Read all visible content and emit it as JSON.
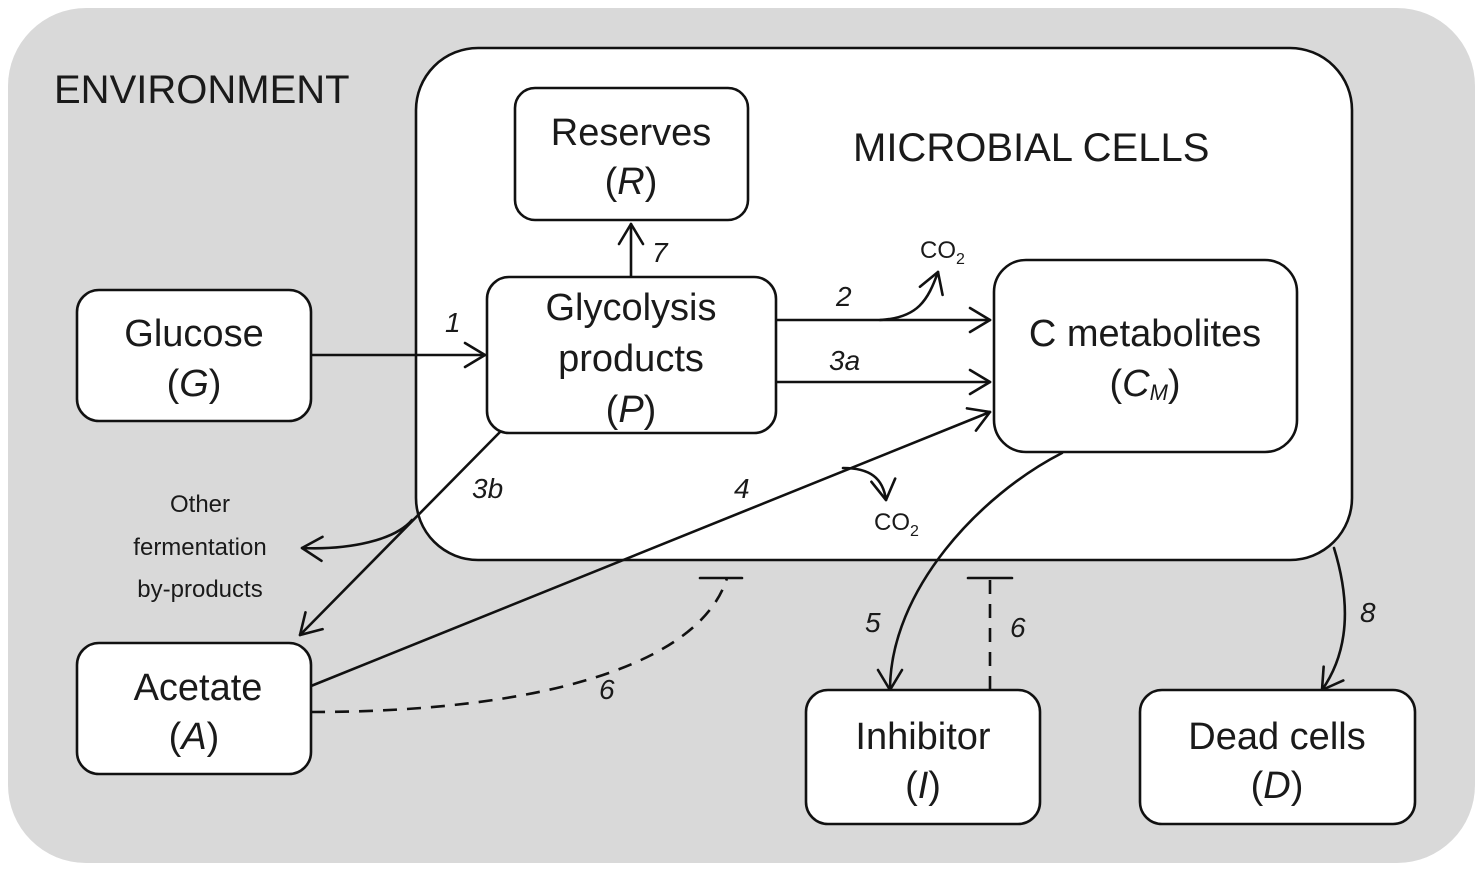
{
  "environment_label": "ENVIRONMENT",
  "cells_label": "MICROBIAL CELLS",
  "nodes": {
    "reserves": {
      "name": "Reserves",
      "symbol": "R"
    },
    "glycolysis": {
      "line1": "Glycolysis",
      "line2": "products",
      "symbol": "P"
    },
    "c_metabolites": {
      "name": "C metabolites",
      "symbol": "C",
      "symbol_sub": "M"
    },
    "glucose": {
      "name": "Glucose",
      "symbol": "G"
    },
    "acetate": {
      "name": "Acetate",
      "symbol": "A"
    },
    "inhibitor": {
      "name": "Inhibitor",
      "symbol": "I"
    },
    "dead_cells": {
      "name": "Dead cells",
      "symbol": "D"
    }
  },
  "byproducts": {
    "line1": "Other",
    "line2": "fermentation",
    "line3": "by-products"
  },
  "co2": {
    "main": "CO",
    "sub": "2"
  },
  "edge_labels": {
    "e1": "1",
    "e2": "2",
    "e3a": "3a",
    "e3b": "3b",
    "e4": "4",
    "e5": "5",
    "e6a": "6",
    "e6b": "6",
    "e7": "7",
    "e8": "8"
  },
  "colors": {
    "background": "#d9d9d9",
    "box_fill": "#ffffff",
    "stroke": "#111111"
  }
}
